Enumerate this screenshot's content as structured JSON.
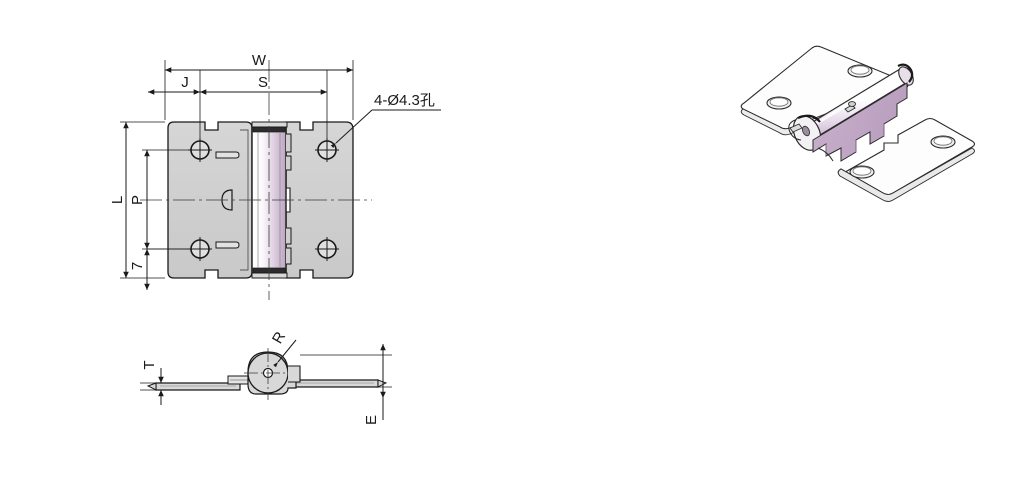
{
  "document": {
    "type": "engineering-drawing",
    "subject": "hinge",
    "background_color": "#ffffff"
  },
  "views": {
    "front": {
      "name": "front-view",
      "dimensions": {
        "width_overall": "W",
        "edge_to_hole": "J",
        "hole_span": "S",
        "length_overall": "L",
        "hole_pitch": "P",
        "bottom_offset": "7"
      },
      "note": {
        "label": "4-Ø4.3孔"
      }
    },
    "side": {
      "name": "side-view",
      "dimensions": {
        "thickness": "T",
        "radius": "R",
        "height": "E"
      }
    },
    "iso": {
      "name": "isometric-view"
    }
  },
  "colors": {
    "line": "#1a1a1a",
    "thin_line": "#555555",
    "plate_fill": "#d2d2d2",
    "plate_fill_light": "#ffffff",
    "barrel_light": "#ffffff",
    "barrel_shade": "#c6aecb",
    "barrel_mid": "#e6dbe8",
    "iso_shade": "#c9b2cd",
    "center_line": "#3a3a3a"
  }
}
